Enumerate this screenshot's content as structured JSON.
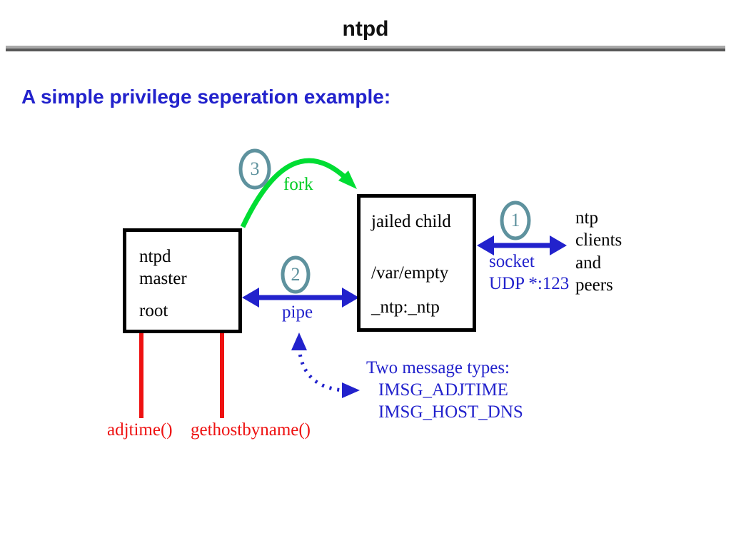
{
  "header": {
    "title": "ntpd"
  },
  "subtitle": "A simple privilege seperation example:",
  "diagram": {
    "master_box": {
      "lines": [
        "ntpd",
        "master",
        "root"
      ]
    },
    "child_box": {
      "lines": [
        "jailed child",
        "/var/empty",
        "_ntp:_ntp"
      ]
    },
    "steps": {
      "fork": "3",
      "pipe": "2",
      "socket": "1"
    },
    "fork_label": "fork",
    "pipe_label": "pipe",
    "socket_label": "socket",
    "socket_detail": "UDP *:123",
    "clients": {
      "lines": [
        "ntp",
        "clients",
        "and",
        "peers"
      ]
    },
    "messages": {
      "title": "Two message types:",
      "items": [
        "IMSG_ADJTIME",
        "IMSG_HOST_DNS"
      ]
    },
    "syscalls": {
      "adjtime": "adjtime()",
      "gethostbyname": "gethostbyname()"
    }
  },
  "colors": {
    "blue": "#2222cc",
    "green": "#00dd33",
    "red": "#ee1111",
    "teal": "#5e929e",
    "rule_light": "#a8a8a8",
    "rule_dark": "#585858"
  }
}
